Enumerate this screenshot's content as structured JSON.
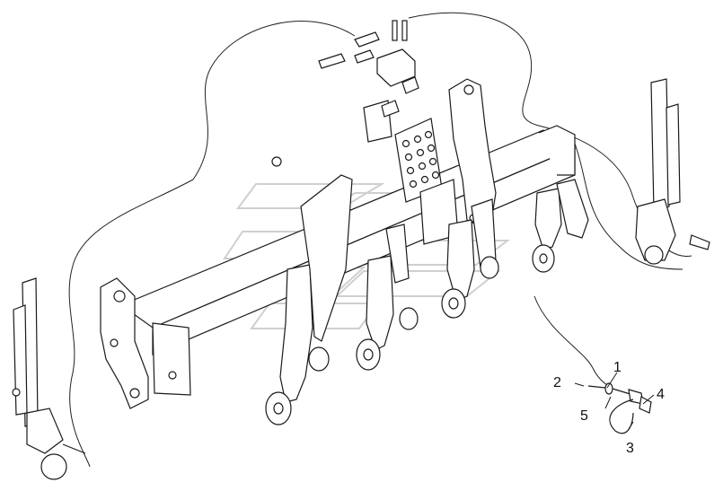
{
  "callouts": [
    {
      "id": "c1",
      "label": "1"
    },
    {
      "id": "c2",
      "label": "2"
    },
    {
      "id": "c3",
      "label": "3"
    },
    {
      "id": "c4",
      "label": "4"
    },
    {
      "id": "c5",
      "label": "5"
    }
  ],
  "watermark_colors": {
    "stroke": "#c9c9c9"
  },
  "line_color": "#1a1a1a"
}
